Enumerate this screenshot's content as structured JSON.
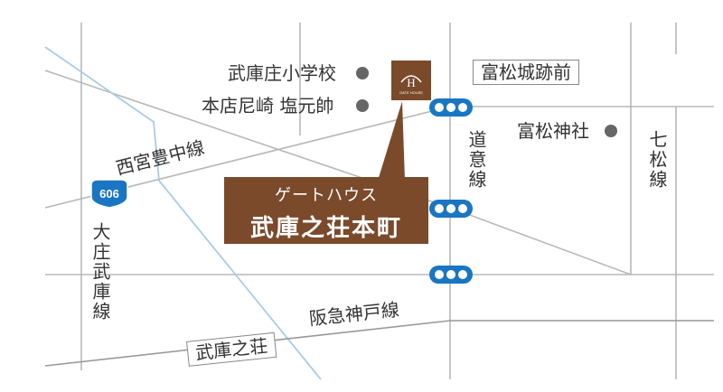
{
  "map": {
    "road_color": "#b8b8b8",
    "river_color": "#a9cce8",
    "accent_brown": "#7a4a2b",
    "signal_blue": "#1a76c2"
  },
  "labels": {
    "school": "武庫庄小学校",
    "shop": "本店尼崎 塩元帥",
    "station": "富松城跡前",
    "shrine": "富松神社",
    "road_dooi": "道意線",
    "road_shichimatsu": "七松線",
    "road_nishimiya": "西宮豊中線",
    "road_osho": "大庄武庫線",
    "rail_hankyu": "阪急神戸線",
    "station_mukonoso": "武庫之荘",
    "route_number": "606"
  },
  "callout": {
    "subtitle": "ゲートハウス",
    "title": "武庫之荘本町"
  },
  "logo": {
    "letter": "H",
    "caption": "GATE HOUSE"
  },
  "icons": {
    "landmark": "dot-icon",
    "traffic_signal": "traffic-signal-icon",
    "route_shield": "route-shield-icon"
  }
}
